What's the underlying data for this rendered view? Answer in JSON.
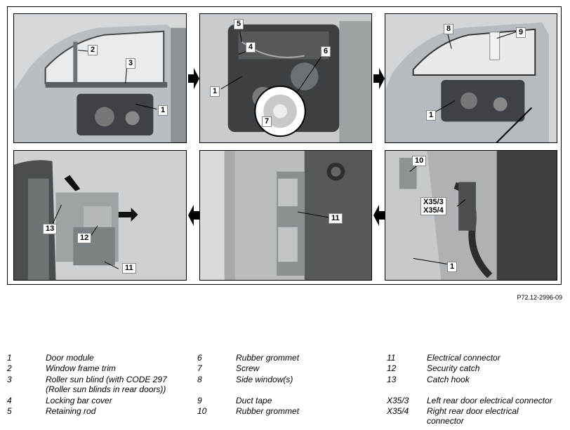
{
  "figure": {
    "image_id": "P72.12-2996-09",
    "panels": [
      {
        "callouts": [
          "2",
          "3",
          "1"
        ]
      },
      {
        "callouts": [
          "5",
          "4",
          "6",
          "1",
          "7"
        ]
      },
      {
        "callouts": [
          "8",
          "9",
          "1"
        ]
      },
      {
        "callouts": [
          "13",
          "12",
          "11"
        ]
      },
      {
        "callouts": [
          "11"
        ]
      },
      {
        "callouts": [
          "10",
          "X35/3\nX35/4",
          "1"
        ]
      }
    ]
  },
  "legend": [
    {
      "num": "1",
      "text": "Door module"
    },
    {
      "num": "2",
      "text": "Window frame trim"
    },
    {
      "num": "3",
      "text": "Roller sun blind (with CODE 297\n(Roller sun blinds in rear doors))"
    },
    {
      "num": "4",
      "text": "Locking bar cover"
    },
    {
      "num": "5",
      "text": "Retaining rod"
    },
    {
      "num": "6",
      "text": "Rubber grommet"
    },
    {
      "num": "7",
      "text": "Screw"
    },
    {
      "num": "8",
      "text": "Side window(s)"
    },
    {
      "num": "9",
      "text": "Duct tape"
    },
    {
      "num": "10",
      "text": "Rubber grommet"
    },
    {
      "num": "11",
      "text": "Electrical connector"
    },
    {
      "num": "12",
      "text": "Security catch"
    },
    {
      "num": "13",
      "text": "Catch hook"
    },
    {
      "num": "X35/3",
      "text": "Left rear door electrical connector"
    },
    {
      "num": "X35/4",
      "text": "Right rear door electrical\nconnector"
    }
  ]
}
